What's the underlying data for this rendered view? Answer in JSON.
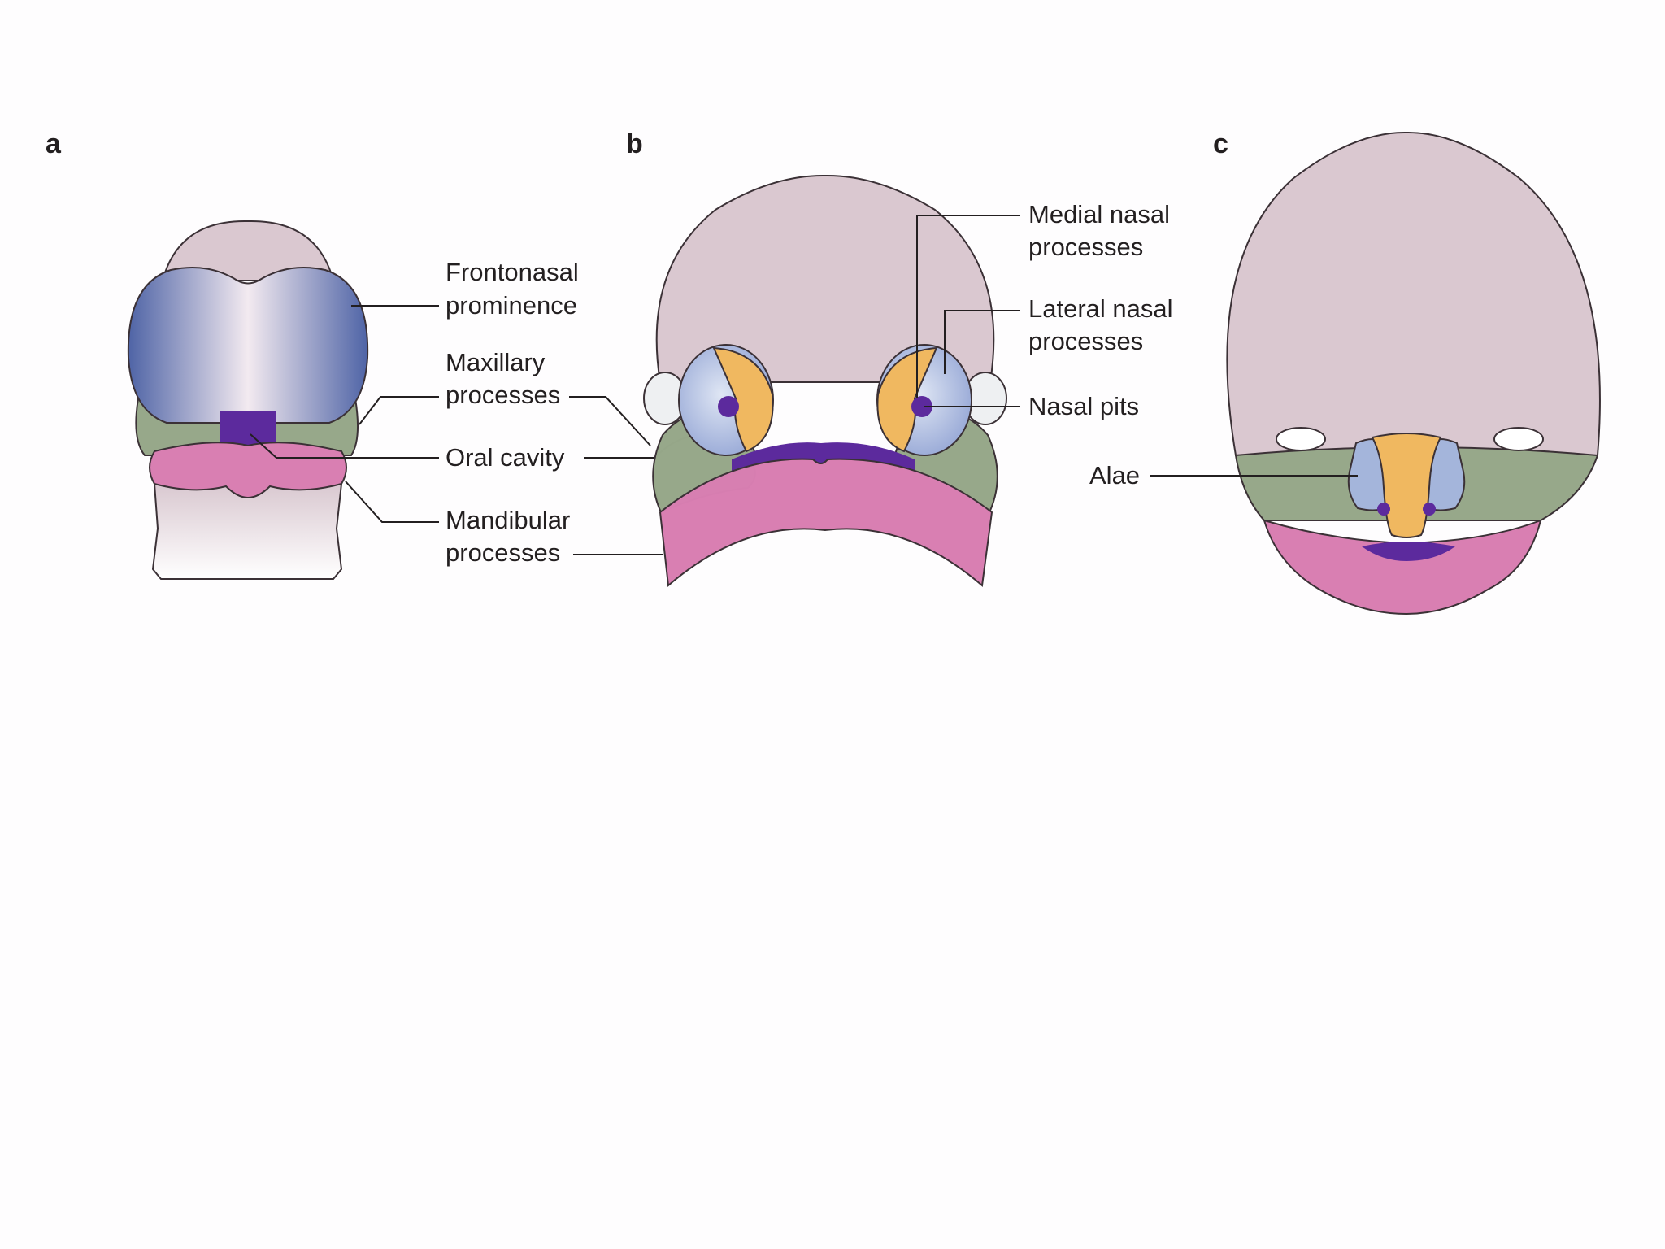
{
  "panels": {
    "a": {
      "letter": "a",
      "labels": {
        "frontonasal_1": "Frontonasal",
        "frontonasal_2": "prominence",
        "maxillary_1": "Maxillary",
        "maxillary_2": "processes",
        "oral": "Oral cavity",
        "mandibular_1": "Mandibular",
        "mandibular_2": "processes"
      }
    },
    "b": {
      "letter": "b",
      "labels": {
        "medial_1": "Medial nasal",
        "medial_2": "processes",
        "lateral_1": "Lateral nasal",
        "lateral_2": "processes",
        "pits": "Nasal pits"
      }
    },
    "c": {
      "letter": "c",
      "labels": {
        "alae": "Alae"
      }
    }
  },
  "colors": {
    "head": "#dac8d0",
    "frontonasal": "#5a6faa",
    "maxillary": "#97a88a",
    "mandibular": "#d97fb2",
    "oral_cavity": "#5c2a9d",
    "medial_nasal": "#f0b860",
    "lateral_nasal": "#a4b5db",
    "outline": "#3b3136"
  }
}
